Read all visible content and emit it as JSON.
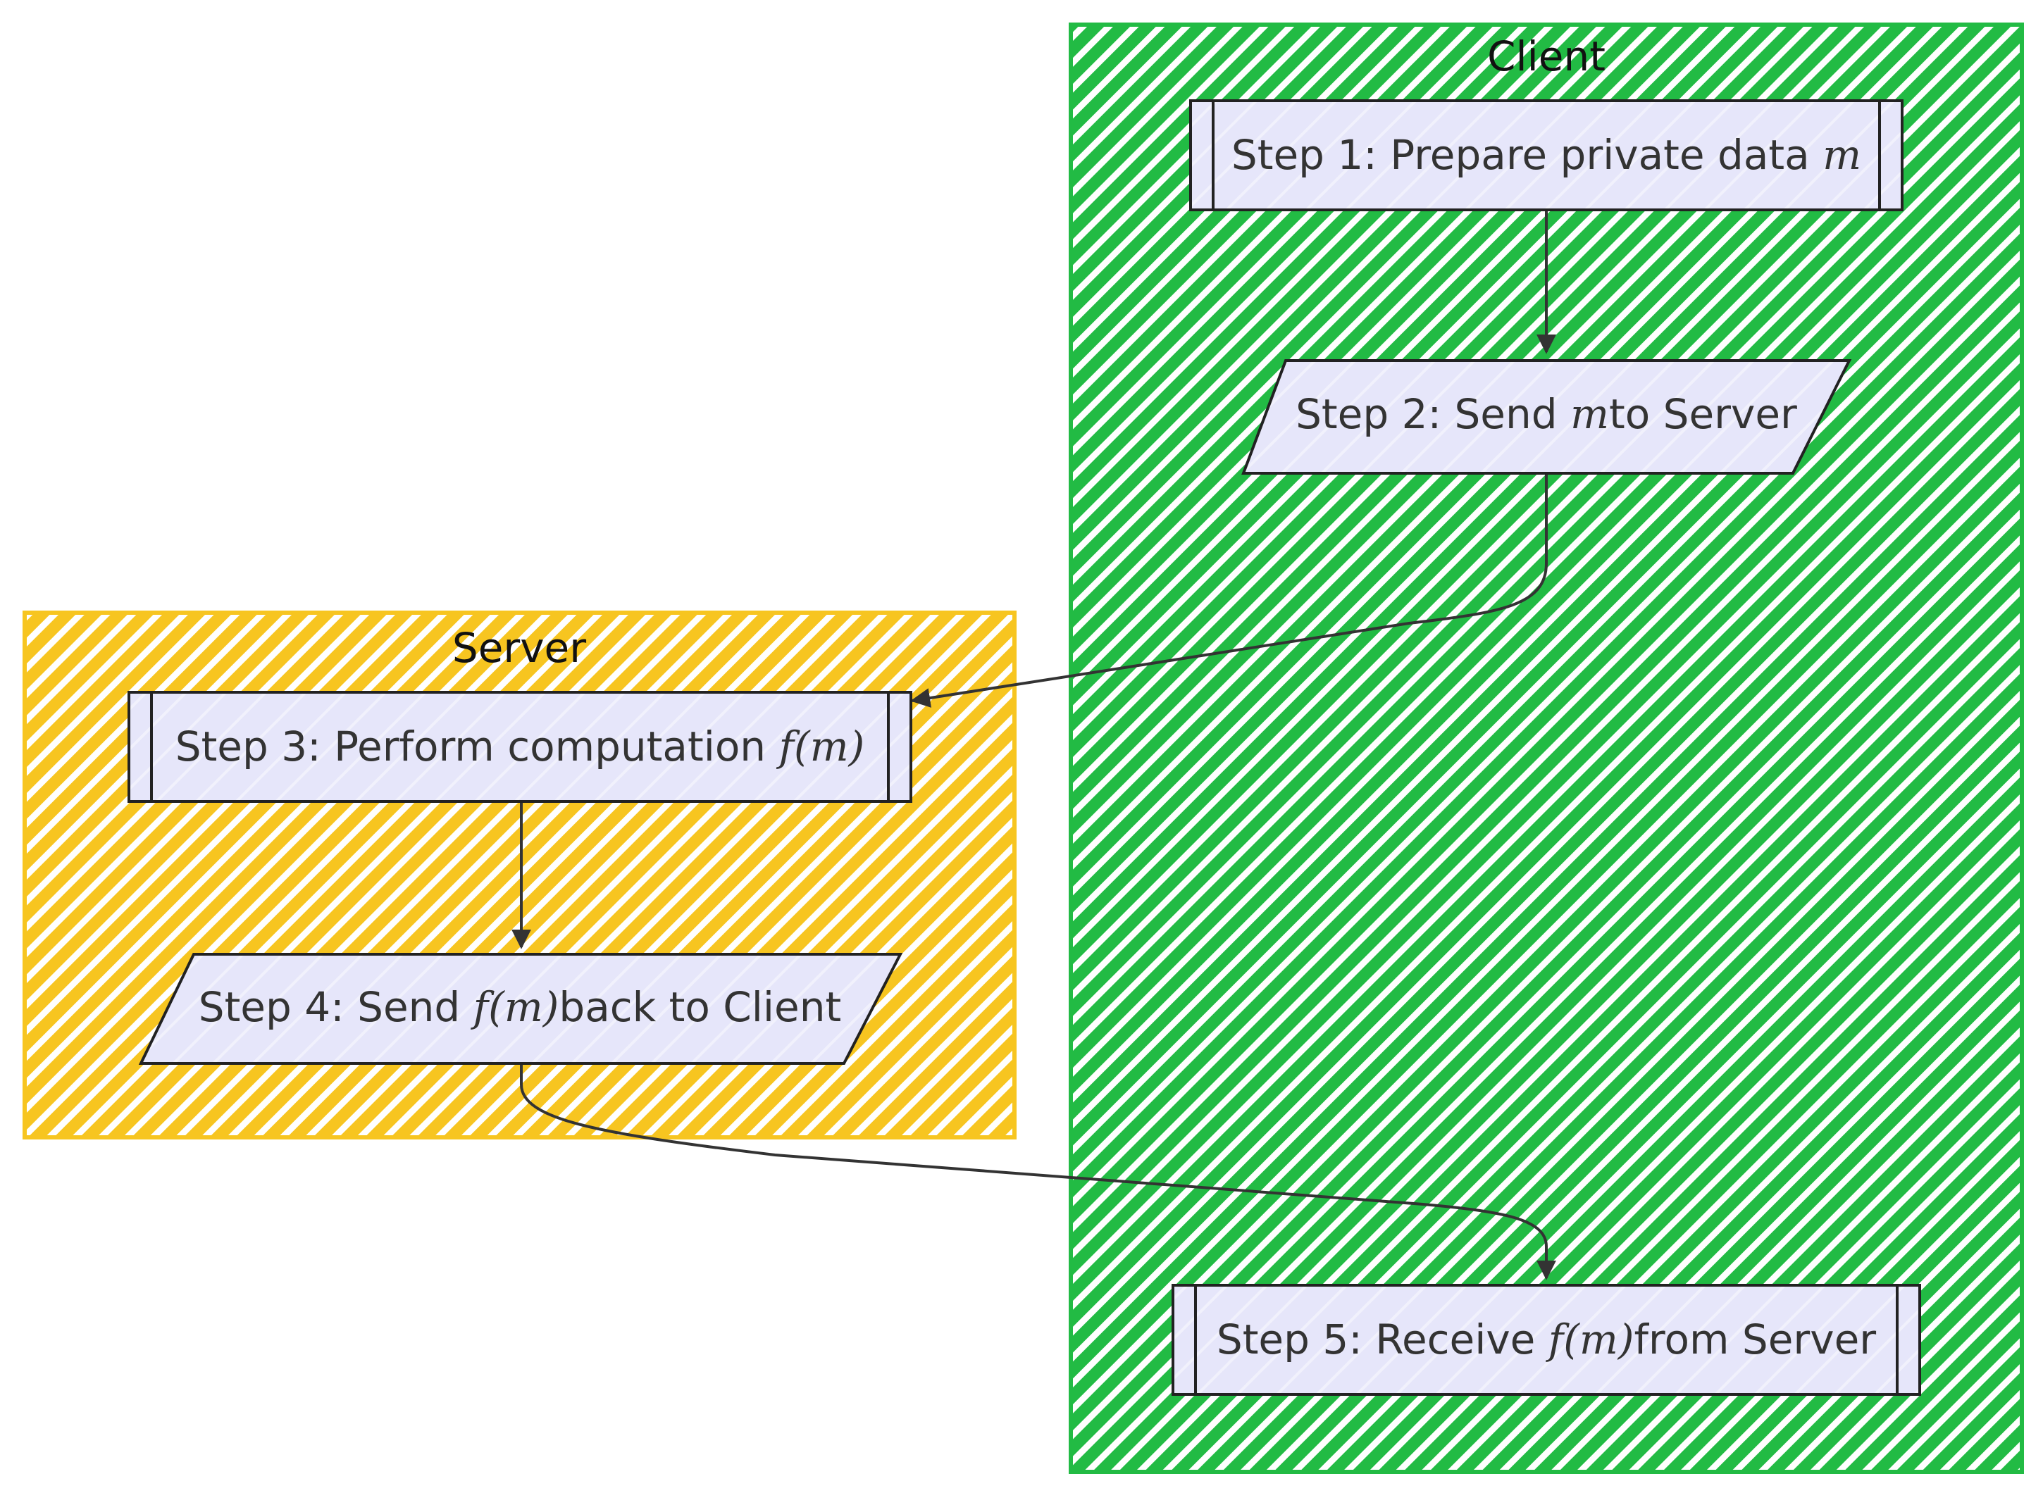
{
  "colors": {
    "client_fill": "#22bb44",
    "server_fill": "#f7c520",
    "node_fill": "#e6e6fa",
    "stroke": "#222222",
    "edge": "#333333"
  },
  "clusters": {
    "client": {
      "title": "Client"
    },
    "server": {
      "title": "Server"
    }
  },
  "nodes": {
    "step1": {
      "text": "Step 1: Prepare private data ",
      "math": "m",
      "after": ""
    },
    "step2": {
      "text": "Step 2: Send ",
      "math": "m",
      "after": "to Server"
    },
    "step3": {
      "text": "Step 3: Perform computation ",
      "math": "f(m)",
      "after": ""
    },
    "step4": {
      "text": "Step 4: Send ",
      "math": "f(m)",
      "after": "back to Client"
    },
    "step5": {
      "text": "Step 5: Receive ",
      "math": "f(m)",
      "after": "from Server"
    }
  }
}
